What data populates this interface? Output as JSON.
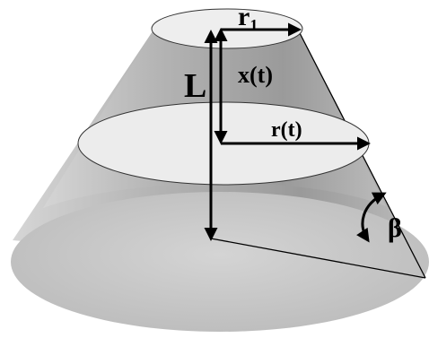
{
  "diagram": {
    "labels": {
      "r1_base": "r",
      "r1_sub": "1",
      "L": "L",
      "x_t": "x(t)",
      "r_t": "r(t)",
      "beta": "β"
    }
  },
  "colors": {
    "background": "#ffffff",
    "cone_body": "#b9b9b9",
    "cone_shade": "#8e8e8e",
    "cone_base": "#cfcfcf",
    "surface_fill": "#ebebeb",
    "ink": "#000000"
  }
}
